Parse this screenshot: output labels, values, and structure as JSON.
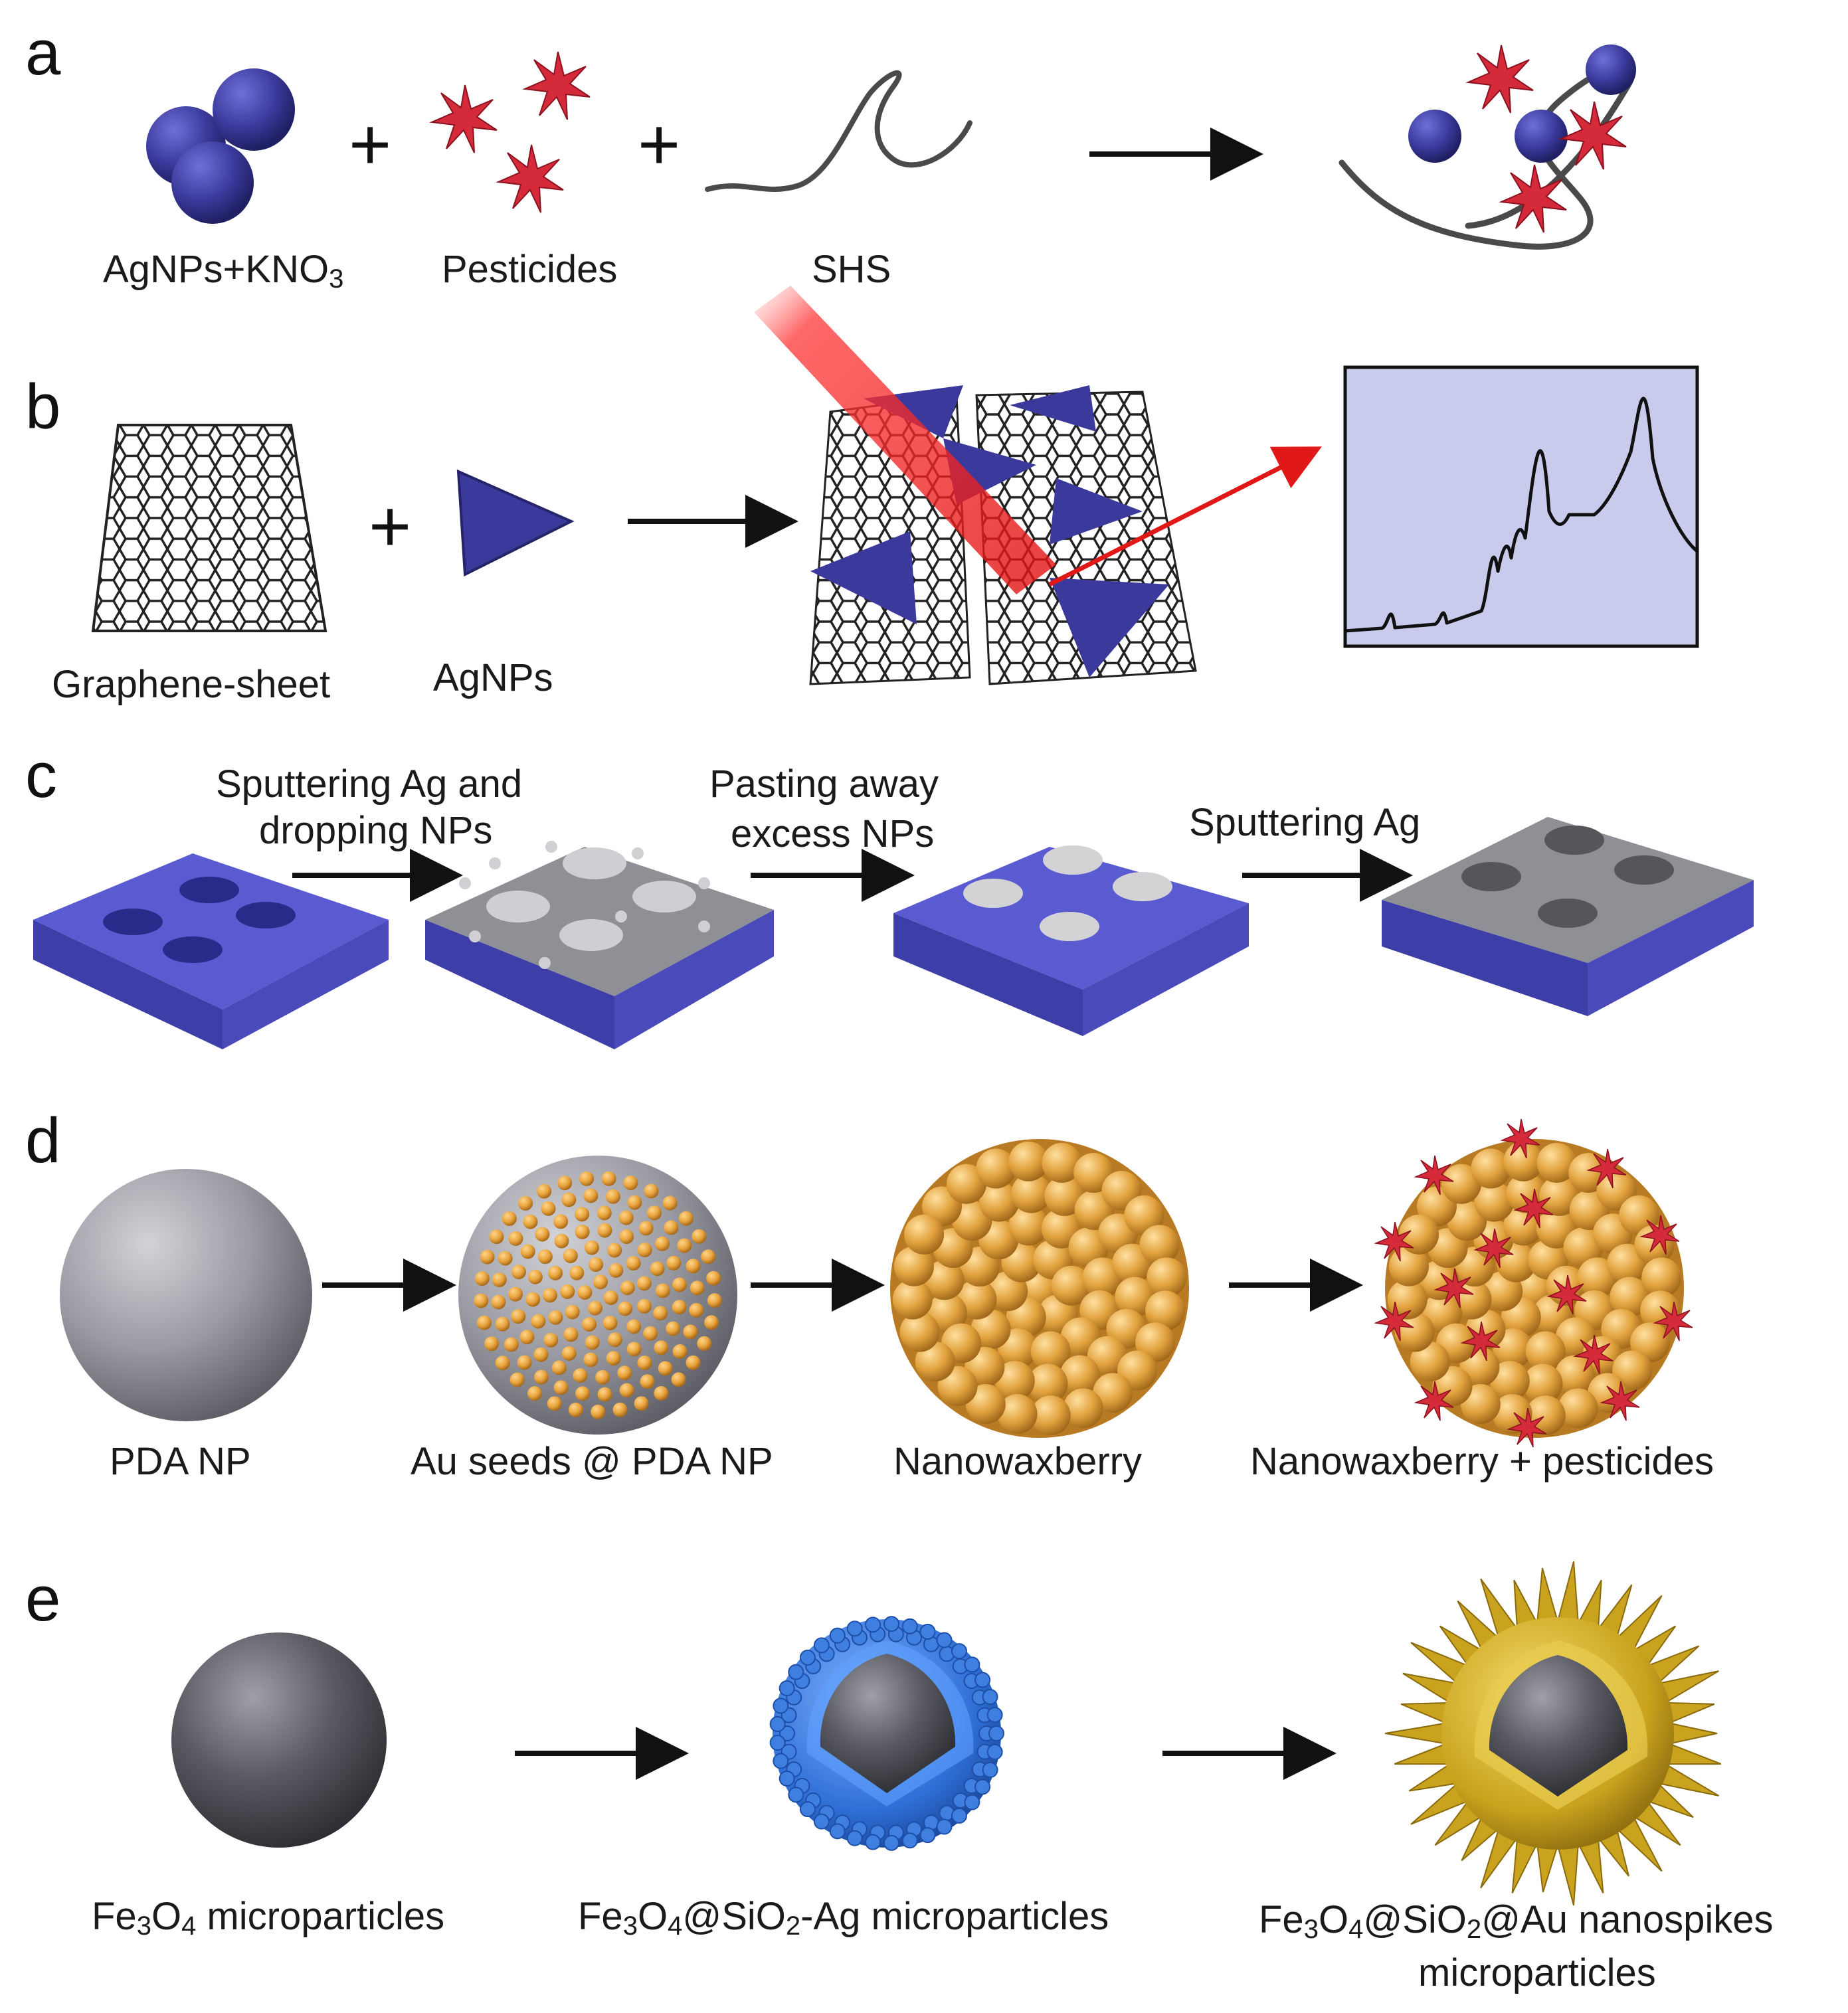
{
  "panels": {
    "a": {
      "letter": "a",
      "labels": {
        "agnps_kno3": "AgNPs+KNO",
        "agnps_kno3_sub": "3",
        "pesticides": "Pesticides",
        "shs": "SHS"
      },
      "plus": "+"
    },
    "b": {
      "letter": "b",
      "labels": {
        "graphene": "Graphene-sheet",
        "agnps": "AgNPs"
      },
      "plus": "+"
    },
    "c": {
      "letter": "c",
      "steps": {
        "step1_line1": "Sputtering Ag and",
        "step1_line2": "dropping NPs",
        "step2_line1": "Pasting away",
        "step2_line2": "excess NPs",
        "step3": "Sputtering Ag"
      }
    },
    "d": {
      "letter": "d",
      "labels": {
        "pda": "PDA NP",
        "au_seeds": "Au seeds @ PDA NP",
        "nanowaxberry": "Nanowaxberry",
        "nanowaxberry_pest": "Nanowaxberry + pesticides"
      }
    },
    "e": {
      "letter": "e",
      "labels": {
        "fe3o4_a": "Fe",
        "fe3o4_b": "3",
        "fe3o4_c": "O",
        "fe3o4_d": "4",
        "fe3o4_e": " microparticles",
        "sio2ag_a": "Fe",
        "sio2ag_b": "3",
        "sio2ag_c": "O",
        "sio2ag_d": "4",
        "sio2ag_e": "@SiO",
        "sio2ag_f": "2",
        "sio2ag_g": "-Ag microparticles",
        "au_a": "Fe",
        "au_b": "3",
        "au_c": "O",
        "au_d": "4",
        "au_e": "@SiO",
        "au_f": "2",
        "au_g": "@Au nanospikes",
        "au_line2": "microparticles"
      }
    }
  },
  "colors": {
    "silver_np": "#3b3a9c",
    "pesticide": "#d42a3a",
    "gold": "#e8a33c",
    "grey": "#8f9096",
    "substrate": "#5b5bd1",
    "laser": "#e62020",
    "spectrum_bg": "#c9cbec"
  }
}
